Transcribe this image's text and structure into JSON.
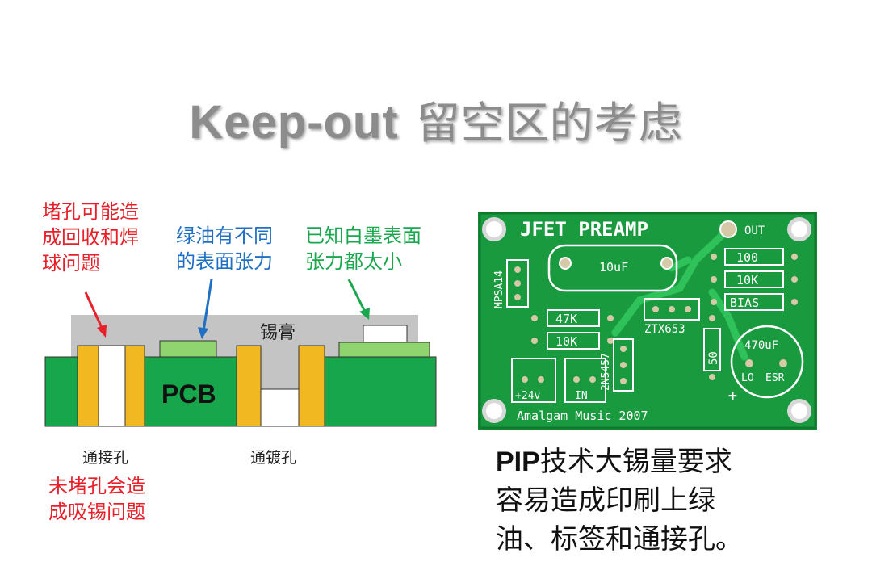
{
  "title": {
    "latin": "Keep-out",
    "cjk": "留空区的考虑"
  },
  "annotations": {
    "plug_hole": [
      "堵孔可能造",
      "成回收和焊",
      "球问题"
    ],
    "solder_mask": [
      "绿油有不同",
      "的表面张力"
    ],
    "silkscreen": [
      "已知白墨表面",
      "张力都太小"
    ],
    "solder_paste": "锡膏",
    "pcb": "PCB",
    "via": "通接孔",
    "plated_hole": "通镀孔",
    "unplugged": [
      "未堵孔会造",
      "成吸锡问题"
    ]
  },
  "board": {
    "title": "JFET PREAMP",
    "out": "OUT",
    "cap_label": "10uF",
    "resistors": [
      "100",
      "10K",
      "BIAS",
      "47K",
      "10K",
      "50"
    ],
    "transistors": [
      "MPSA14",
      "ZTX653",
      "2N5457"
    ],
    "big_cap": {
      "value": "470uF",
      "lo": "LO",
      "esr": "ESR",
      "plus": "+"
    },
    "pads": [
      "+24v",
      "IN"
    ],
    "footer": "Amalgam Music 2007"
  },
  "caption": {
    "bold": "PIP",
    "lines": [
      "技术大锡量要求",
      "容易造成印刷上绿",
      "油、标签和通接孔。"
    ]
  },
  "colors": {
    "title": "#8c8c8c",
    "red": "#e8202a",
    "blue": "#1f6fc4",
    "green": "#19a84e",
    "pcb_green": "#17a64b",
    "mask_green": "#8fd46e",
    "copper": "#f2b822",
    "paste_gray": "#c4c4c4",
    "board_green": "#1a9a3f"
  }
}
